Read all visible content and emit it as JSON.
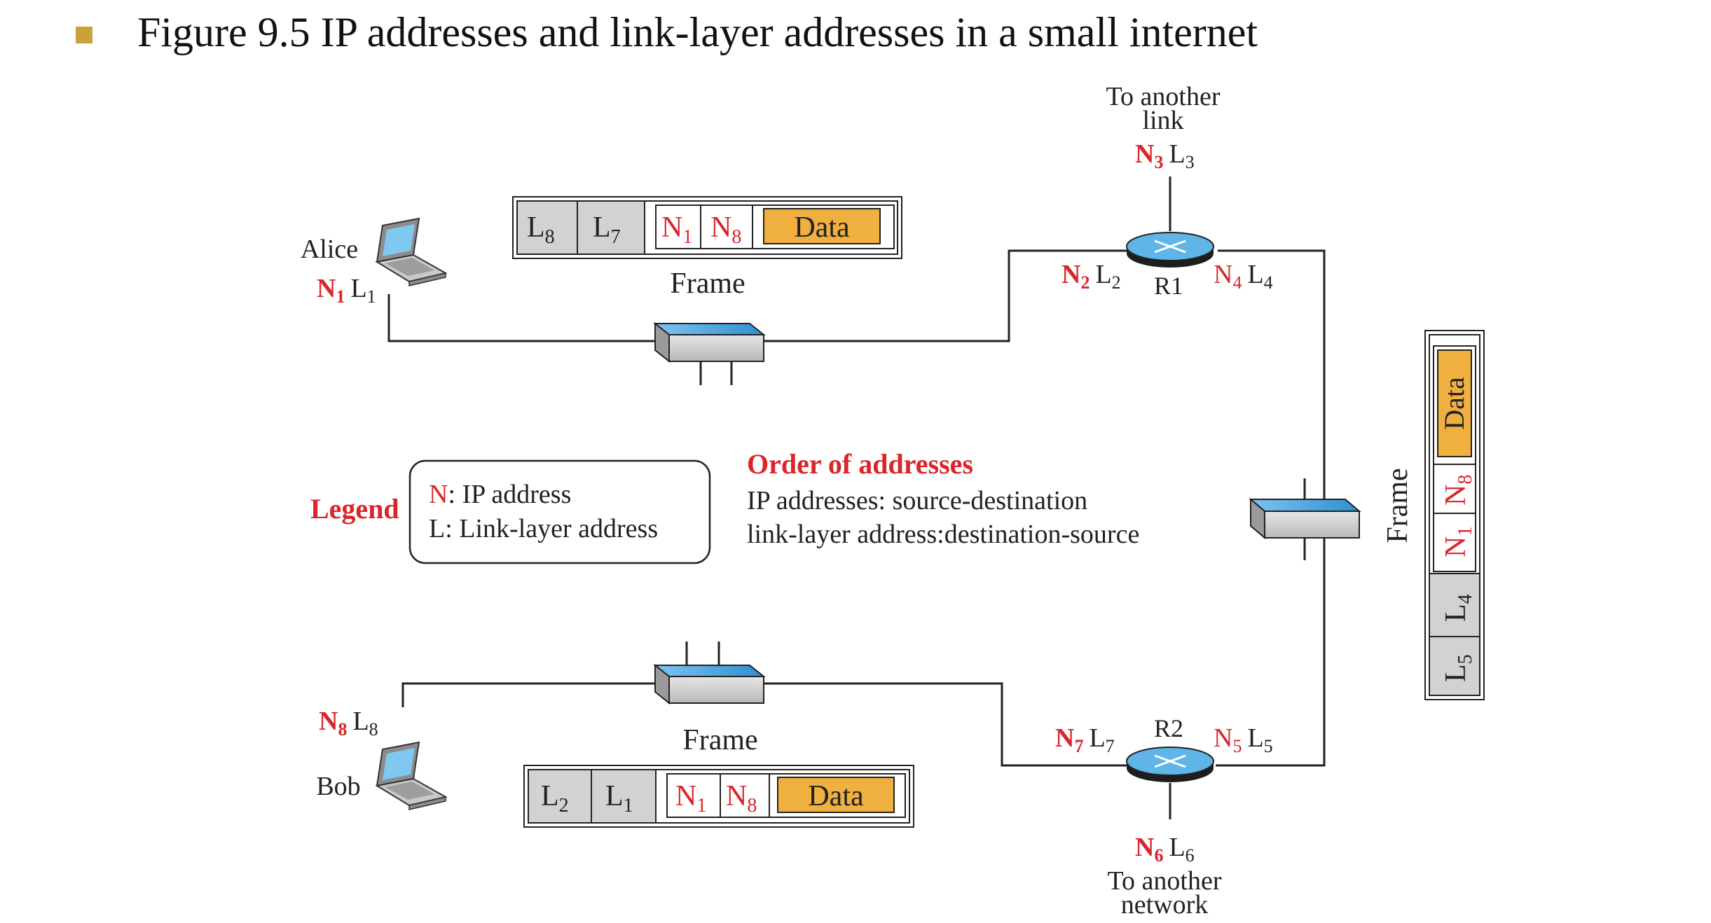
{
  "title": "Figure 9.5  IP addresses and link-layer addresses in a small internet",
  "colors": {
    "red": "#d9262b",
    "bullet": "#c9a23a",
    "data": "#f0b040",
    "grey": "#d2d2d2",
    "blue": "#4aa3dc",
    "router": "#5fb4e8"
  },
  "hosts": {
    "alice": {
      "name": "Alice",
      "n": "N",
      "n_sub": "1",
      "l": "L",
      "l_sub": "1"
    },
    "bob": {
      "name": "Bob",
      "n": "N",
      "n_sub": "8",
      "l": "L",
      "l_sub": "8"
    }
  },
  "routers": {
    "r1": {
      "name": "R1",
      "top": {
        "note1": "To another",
        "note2": "link",
        "n": "N",
        "n_sub": "3",
        "l": "L",
        "l_sub": "3"
      },
      "left": {
        "n": "N",
        "n_sub": "2",
        "l": "L",
        "l_sub": "2"
      },
      "right": {
        "n": "N",
        "n_sub": "4",
        "l": "L",
        "l_sub": "4"
      }
    },
    "r2": {
      "name": "R2",
      "bottom": {
        "note1": "To another",
        "note2": "network",
        "n": "N",
        "n_sub": "6",
        "l": "L",
        "l_sub": "6"
      },
      "left": {
        "n": "N",
        "n_sub": "7",
        "l": "L",
        "l_sub": "7"
      },
      "right": {
        "n": "N",
        "n_sub": "5",
        "l": "L",
        "l_sub": "5"
      }
    }
  },
  "frames": {
    "top": {
      "label": "Frame",
      "dst": {
        "l": "L",
        "sub": "8"
      },
      "src": {
        "l": "L",
        "sub": "7"
      },
      "ip_src": {
        "n": "N",
        "sub": "1"
      },
      "ip_dst": {
        "n": "N",
        "sub": "8"
      },
      "data": "Data"
    },
    "right": {
      "label": "Frame",
      "dst": {
        "l": "L",
        "sub": "5"
      },
      "src": {
        "l": "L",
        "sub": "4"
      },
      "ip_src": {
        "n": "N",
        "sub": "1"
      },
      "ip_dst": {
        "n": "N",
        "sub": "8"
      },
      "data": "Data"
    },
    "bottom": {
      "label": "Frame",
      "dst": {
        "l": "L",
        "sub": "2"
      },
      "src": {
        "l": "L",
        "sub": "1"
      },
      "ip_src": {
        "n": "N",
        "sub": "1"
      },
      "ip_dst": {
        "n": "N",
        "sub": "8"
      },
      "data": "Data"
    }
  },
  "legend": {
    "title": "Legend",
    "n_key": "N",
    "n_desc": ": IP address",
    "l_line": "L: Link-layer address"
  },
  "order": {
    "title": "Order of addresses",
    "line1": "IP addresses: source-destination",
    "line2": "link-layer address:destination-source"
  }
}
